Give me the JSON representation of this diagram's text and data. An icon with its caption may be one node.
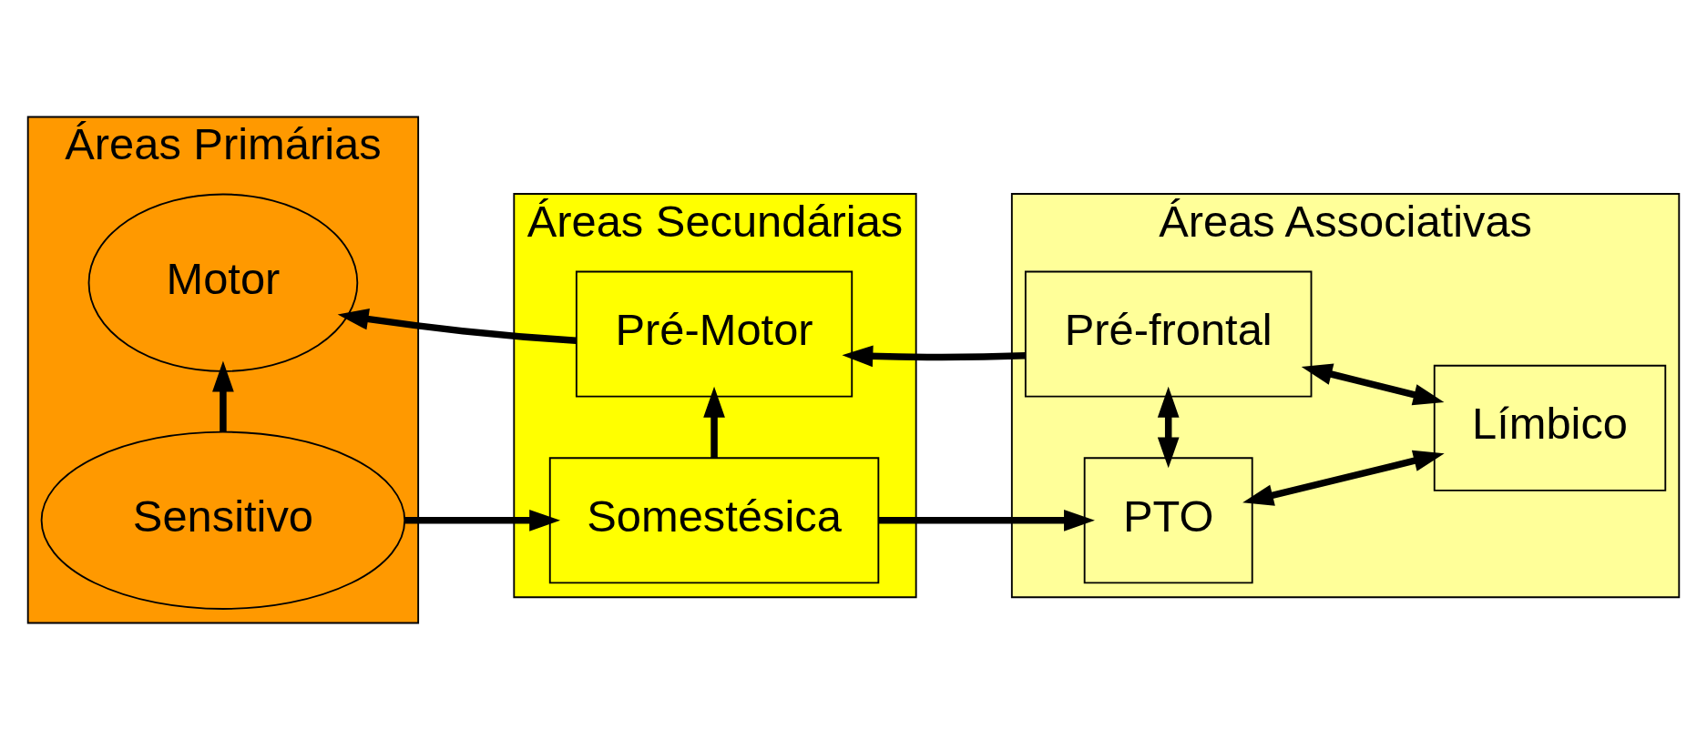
{
  "diagram": {
    "nodes": [
      {
        "text": [
          "Áreas Primárias"
        ]
      },
      {
        "text": [
          "Motor"
        ],
        "in": 0
      },
      {
        "text": [
          "Sensitivo"
        ],
        "in": 0
      },
      {
        "text": [
          "Áreas Secundárias"
        ]
      },
      {
        "text": [
          "Pré-Motor"
        ],
        "in": 3
      },
      {
        "text": [
          "Somestésica"
        ],
        "in": 3
      },
      {
        "text": [
          "Áreas Associativas"
        ]
      },
      {
        "text": [
          "Pré-frontal"
        ],
        "in": 6
      },
      {
        "text": [
          "Límbico"
        ],
        "in": 6
      },
      {
        "text": [
          "PTO"
        ],
        "in": 6
      }
    ],
    "edges": [
      {
        "from": 2,
        "to": 1,
        "arrow": "to"
      },
      {
        "from": 4,
        "to": 1,
        "arrow": "to"
      },
      {
        "from": 2,
        "to": 5,
        "arrow": "to"
      },
      {
        "from": 5,
        "to": 4,
        "arrow": "to"
      },
      {
        "from": 7,
        "to": 4,
        "arrow": "to"
      },
      {
        "from": 5,
        "to": 9,
        "arrow": "to"
      },
      {
        "from": 7,
        "to": 9,
        "arrow": "both"
      },
      {
        "from": 7,
        "to": 8,
        "arrow": "both"
      },
      {
        "from": 9,
        "to": 8,
        "arrow": "both"
      }
    ]
  }
}
